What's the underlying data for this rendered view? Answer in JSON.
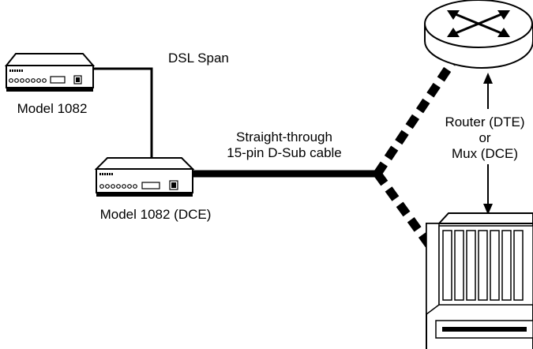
{
  "labels": {
    "dsl_span": "DSL Span",
    "remote_modem": "Model 1082",
    "local_modem": "Model 1082 (DCE)",
    "cable_line1": "Straight-through",
    "cable_line2": "15-pin D-Sub cable",
    "side_line1": "Router (DTE)",
    "side_line2": "or",
    "side_line3": "Mux (DCE)"
  },
  "colors": {
    "ink": "#000000",
    "paper": "#ffffff"
  },
  "icons": {
    "router": "router-icon",
    "mux": "multiplexer-chassis-icon",
    "modem": "modem-icon"
  }
}
